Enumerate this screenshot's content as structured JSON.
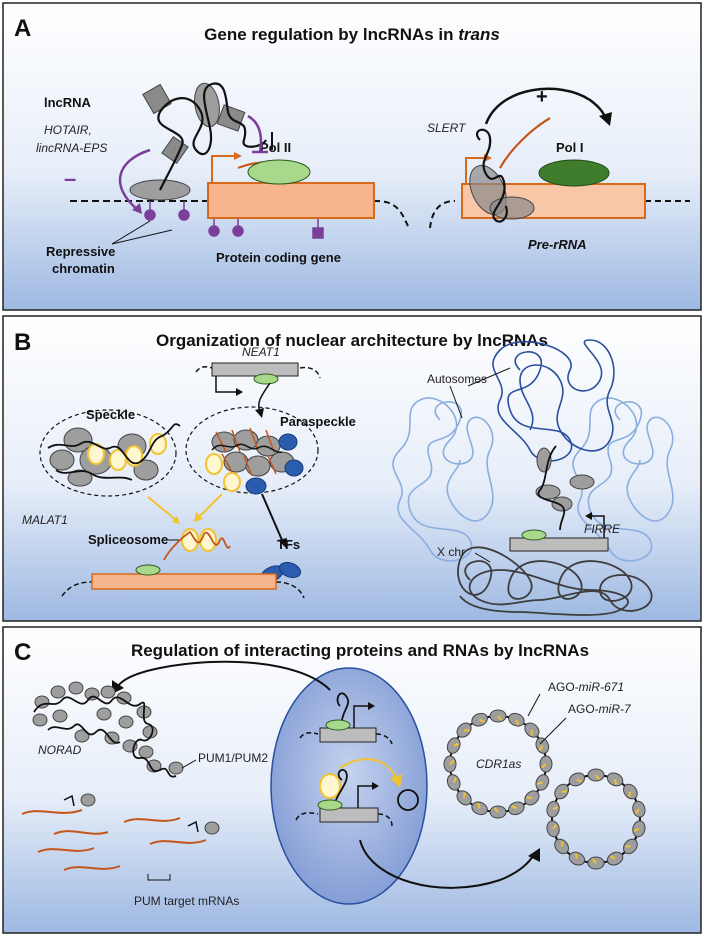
{
  "panels": [
    {
      "letter": "A",
      "title_main": "Gene regulation by lncRNAs in ",
      "title_italic": "trans",
      "labels": {
        "lncrna": "lncRNA",
        "hotair": "HOTAIR,",
        "lincrna_eps": "lincRNA-EPS",
        "minus": "–",
        "pol2": "Pol II",
        "repressive1": "Repressive",
        "repressive2": "chromatin",
        "protein_coding_gene": "Protein coding gene",
        "slert": "SLERT",
        "plus": "+",
        "pol1": "Pol I",
        "pre_rrna": "Pre-rRNA"
      }
    },
    {
      "letter": "B",
      "title": "Organization of nuclear architecture by lncRNAs",
      "labels": {
        "neat1": "NEAT1",
        "speckle": "Speckle",
        "paraspeckle": "Paraspeckle",
        "malat1": "MALAT1",
        "spliceosome": "Spliceosome",
        "tfs": "TFs",
        "autosomes": "Autosomes",
        "firre": "FIRRE",
        "x_chr": "X chr"
      }
    },
    {
      "letter": "C",
      "title": "Regulation of interacting proteins and RNAs by lncRNAs",
      "labels": {
        "norad": "NORAD",
        "pum1_pum2": "PUM1/PUM2",
        "pum_targets": "PUM target mRNAs",
        "ago_mir671_prefix": "AGO-",
        "ago_mir671_italic": "miR-671",
        "ago_mir7_prefix": "AGO-",
        "ago_mir7_italic": "miR-7",
        "cdr1as": "CDR1as"
      }
    }
  ],
  "colors": {
    "panel_gradient_top": "#ffffff",
    "panel_gradient_bottom": "#9db8e2",
    "gene_fill": "#f8b48c",
    "gene_fill_light": "#f9c6a8",
    "gene_stroke": "#d86a1c",
    "rna_orange": "#c5561a",
    "repressive_purple": "#7b3f99",
    "pol2_green": "#a8d88a",
    "pol1_green": "#3f7d2c",
    "protein_gray": "#9e9e9e",
    "tf_blue": "#2a5db0",
    "spliceosome_yellow": "#f2c230",
    "autosome_blue": "#8aaee0",
    "autosome_dark_blue": "#2a4f9e",
    "xchr_dark": "#3d3d3d",
    "nucleus_blue": "#98afdf",
    "gene_gray": "#bdbdbd"
  }
}
